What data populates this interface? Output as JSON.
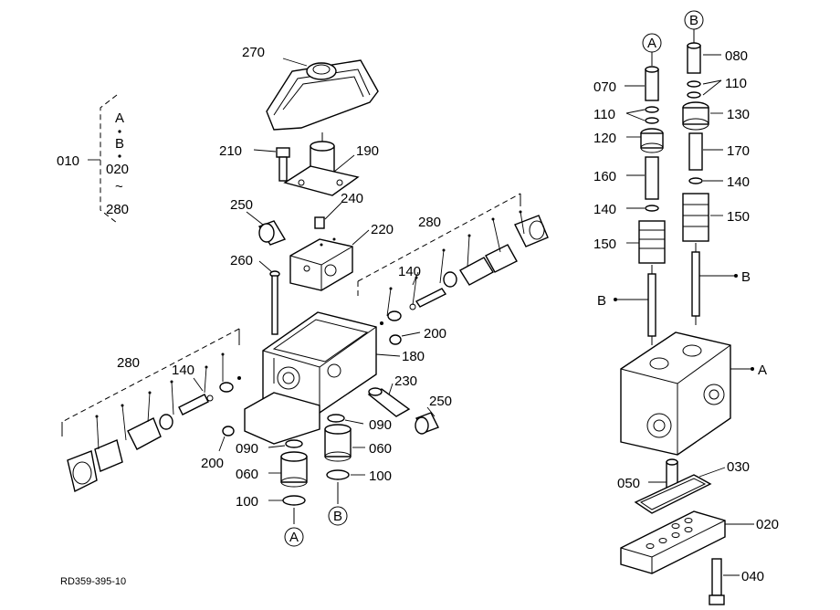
{
  "parts": {
    "p010": "010",
    "p020": "020",
    "p030": "030",
    "p040": "040",
    "p050": "050",
    "p060a": "060",
    "p060b": "060",
    "p070": "070",
    "p080": "080",
    "p090a": "090",
    "p090b": "090",
    "p100a": "100",
    "p100b": "100",
    "p110a": "110",
    "p110b": "110",
    "p120": "120",
    "p130": "130",
    "p140a": "140",
    "p140b": "140",
    "p140c": "140",
    "p140d": "140",
    "p150a": "150",
    "p150b": "150",
    "p160": "160",
    "p170": "170",
    "p180": "180",
    "p190": "190",
    "p200a": "200",
    "p200b": "200",
    "p210": "210",
    "p220": "220",
    "p230": "230",
    "p240": "240",
    "p250a": "250",
    "p250b": "250",
    "p260": "260",
    "p270": "270",
    "p280a": "280",
    "p280b": "280"
  },
  "group_bracket": {
    "lines": [
      "A",
      "B",
      "020",
      "~",
      "280"
    ]
  },
  "markers": {
    "A": "A",
    "B": "B"
  },
  "figure_code": "RD359-395-10"
}
